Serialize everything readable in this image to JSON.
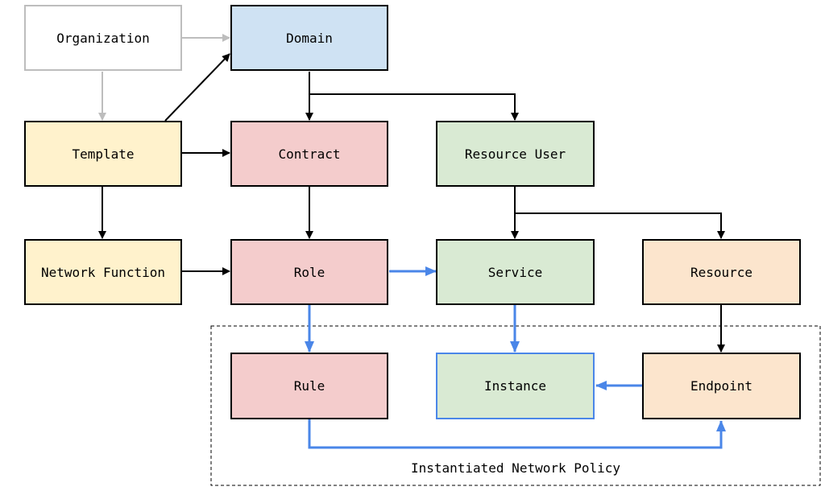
{
  "nodes": {
    "organization": "Organization",
    "domain": "Domain",
    "template": "Template",
    "contract": "Contract",
    "resource_user": "Resource User",
    "network_function": "Network Function",
    "role": "Role",
    "service": "Service",
    "resource": "Resource",
    "rule": "Rule",
    "instance": "Instance",
    "endpoint": "Endpoint"
  },
  "group": {
    "label": "Instantiated Network Policy"
  },
  "colors": {
    "domain": "#cfe2f3",
    "template": "#fff2cc",
    "contract": "#f4cccc",
    "resource_user": "#d9ead3",
    "resource": "#fce5cd",
    "organization_border": "#bdbdbd",
    "instance_border": "#4a86e8",
    "edge_black": "#000000",
    "edge_gray": "#bdbdbd",
    "edge_blue": "#4a86e8"
  },
  "edges": [
    {
      "from": "organization",
      "to": "domain",
      "style": "gray"
    },
    {
      "from": "organization",
      "to": "template",
      "style": "gray"
    },
    {
      "from": "template",
      "to": "domain",
      "style": "black"
    },
    {
      "from": "template",
      "to": "contract",
      "style": "black"
    },
    {
      "from": "template",
      "to": "network_function",
      "style": "black"
    },
    {
      "from": "domain",
      "to": "contract",
      "style": "black"
    },
    {
      "from": "domain",
      "to": "resource_user",
      "style": "black"
    },
    {
      "from": "contract",
      "to": "role",
      "style": "black"
    },
    {
      "from": "network_function",
      "to": "role",
      "style": "black"
    },
    {
      "from": "resource_user",
      "to": "service",
      "style": "black"
    },
    {
      "from": "resource_user",
      "to": "resource",
      "style": "black"
    },
    {
      "from": "role",
      "to": "service",
      "style": "blue"
    },
    {
      "from": "role",
      "to": "rule",
      "style": "blue"
    },
    {
      "from": "service",
      "to": "instance",
      "style": "blue"
    },
    {
      "from": "resource",
      "to": "endpoint",
      "style": "black"
    },
    {
      "from": "endpoint",
      "to": "instance",
      "style": "blue"
    },
    {
      "from": "rule",
      "to": "endpoint",
      "style": "blue"
    }
  ]
}
